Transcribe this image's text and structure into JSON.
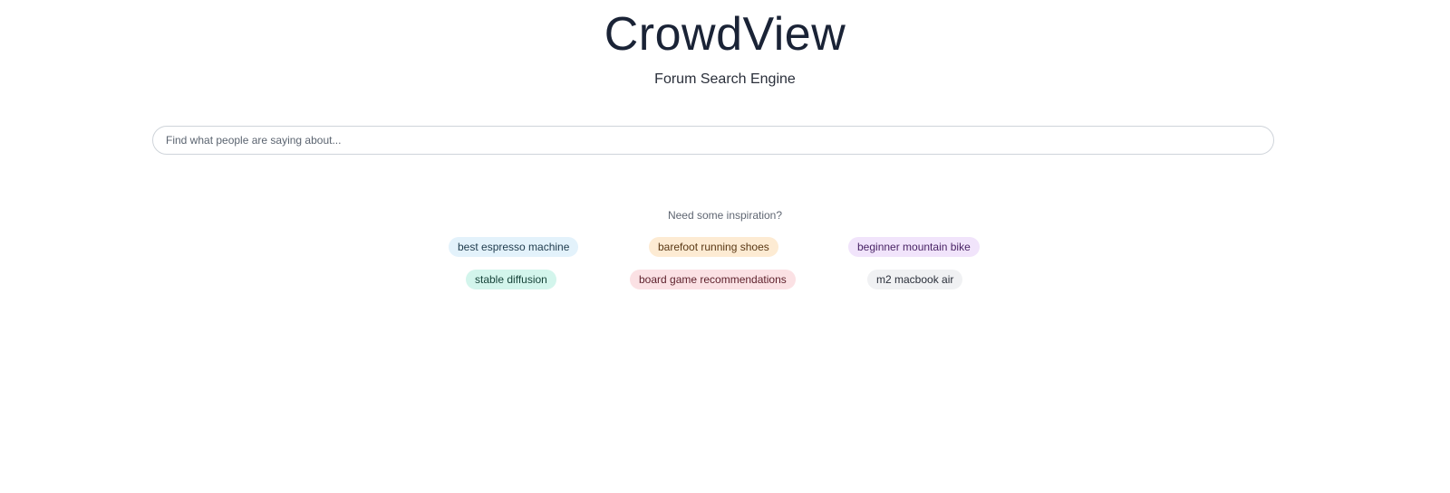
{
  "header": {
    "title": "CrowdView",
    "subtitle": "Forum Search Engine"
  },
  "search": {
    "placeholder": "Find what people are saying about...",
    "value": ""
  },
  "inspiration": {
    "label": "Need some inspiration?",
    "chips": [
      {
        "label": "best espresso machine",
        "bg": "#e3f2fb",
        "color": "#1f3b4d"
      },
      {
        "label": "barefoot running shoes",
        "bg": "#fdebd3",
        "color": "#5a3814"
      },
      {
        "label": "beginner mountain bike",
        "bg": "#f1e4fb",
        "color": "#4a2466"
      },
      {
        "label": "stable diffusion",
        "bg": "#d3f5ec",
        "color": "#17443a"
      },
      {
        "label": "board game recommendations",
        "bg": "#fbe1e4",
        "color": "#5c1f2a"
      },
      {
        "label": "m2 macbook air",
        "bg": "#f0f1f3",
        "color": "#2a2f3a"
      }
    ]
  }
}
